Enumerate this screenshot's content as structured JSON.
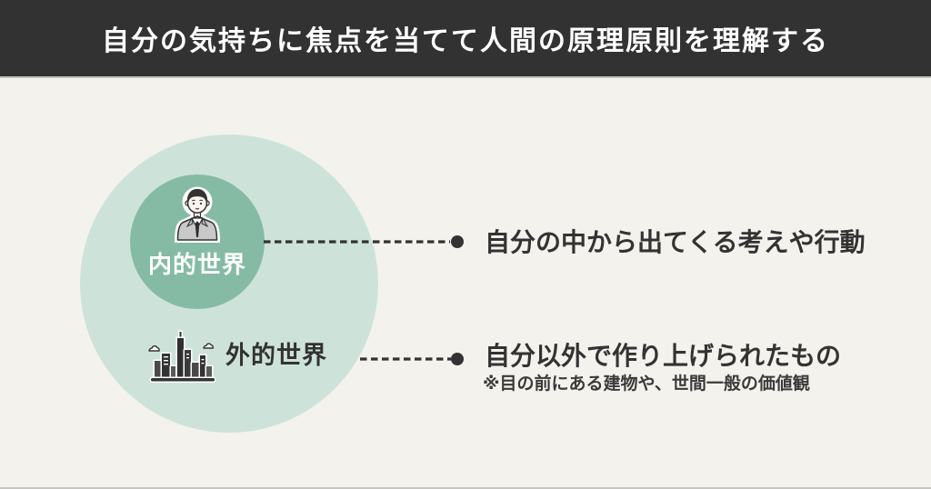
{
  "header": {
    "title": "自分の気持ちに焦点を当てて人間の原理原則を理解する"
  },
  "diagram": {
    "inner_world": {
      "label": "内的世界",
      "icon": "businessman-icon",
      "description": "自分の中から出てくる考えや行動"
    },
    "outer_world": {
      "label": "外的世界",
      "icon": "city-skyline-icon",
      "description": "自分以外で作り上げられたもの",
      "note": "※目の前にある建物や、世間一般の価値観"
    }
  },
  "colors": {
    "header_bg": "#323232",
    "header_text": "#ffffff",
    "canvas_bg": "#f4f2ec",
    "outer_circle": "#cde3da",
    "inner_circle": "#85bba4",
    "text_dark": "#333333",
    "connector": "#333333",
    "divider": "#c6c5c0"
  }
}
